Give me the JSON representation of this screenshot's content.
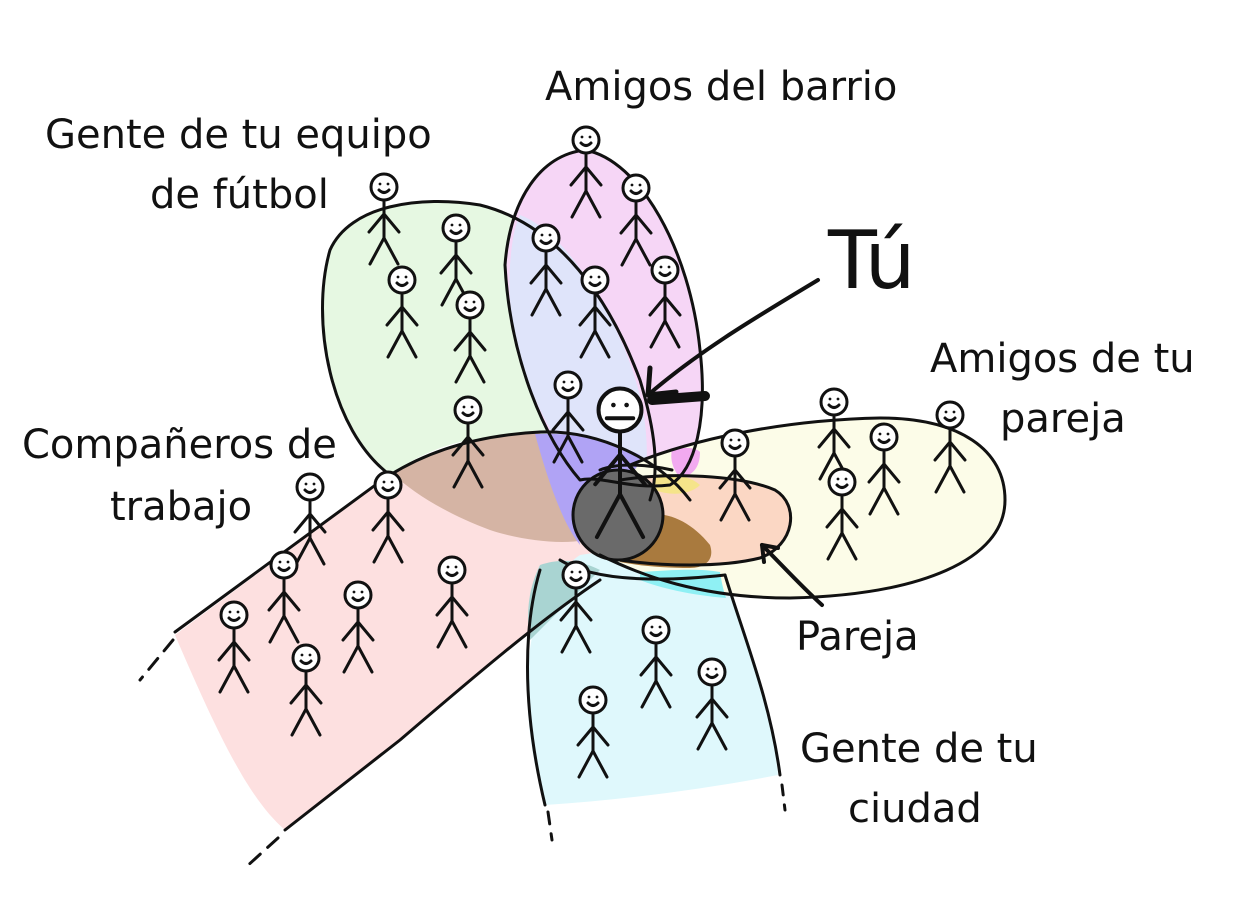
{
  "labels": {
    "barrio": "Amigos del barrio",
    "futbol_1": "Gente de tu equipo",
    "futbol_2": "de fútbol",
    "tu": "Tú",
    "pareja_amigos_1": "Amigos de tu",
    "pareja_amigos_2": "pareja",
    "trabajo_1": "Compañeros de",
    "trabajo_2": "trabajo",
    "pareja": "Pareja",
    "ciudad_1": "Gente de tu",
    "ciudad_2": "ciudad"
  },
  "colors": {
    "futbol": "#e6f8e2",
    "barrio": "#f6d6f6",
    "barrio_overlap_futbol": "#dfe4fa",
    "trabajo": "#fde0e0",
    "ciudad": "#dff8fc",
    "amigos_pareja": "#fcfce8",
    "pareja": "#fbd7c4",
    "trabajo_overlap_futbol": "#d5b4a4",
    "overlap_purple": "#b0a3f5",
    "overlap_brown": "#a97a3e",
    "overlap_teal": "#a9d4d2",
    "overlap_cyan": "#8ff0f4",
    "overlap_magenta": "#f2aaf0",
    "core": "#6a6a6a",
    "stroke": "#111111"
  }
}
